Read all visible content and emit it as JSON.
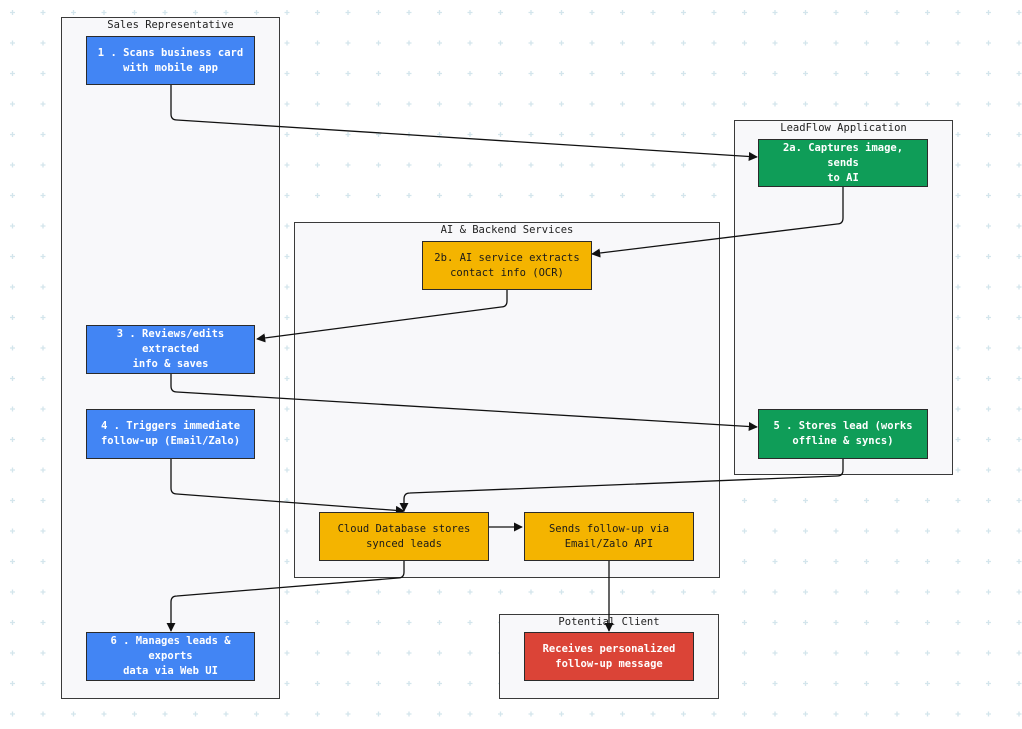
{
  "lanes": {
    "sales": "Sales Representative",
    "leadflow": "LeadFlow Application",
    "backend": "AI & Backend Services",
    "client": "Potential Client"
  },
  "nodes": {
    "n1": "1 . Scans business card\nwith mobile app",
    "n2a": "2a. Captures image, sends\nto AI",
    "n2b": "2b. AI service extracts\ncontact info (OCR)",
    "n3": "3 . Reviews/edits extracted\ninfo & saves",
    "n4": "4 . Triggers immediate\nfollow-up (Email/Zalo)",
    "n5": "5 . Stores lead (works\noffline & syncs)",
    "db": "Cloud Database stores\nsynced leads",
    "send": "Sends follow-up via\nEmail/Zalo API",
    "n6": "6 . Manages leads & exports\ndata via Web UI",
    "recv": "Receives personalized\nfollow-up message"
  },
  "colors": {
    "sales": "#4285f4",
    "leadflow": "#0f9d58",
    "backend": "#f4b400",
    "client": "#db4437"
  }
}
